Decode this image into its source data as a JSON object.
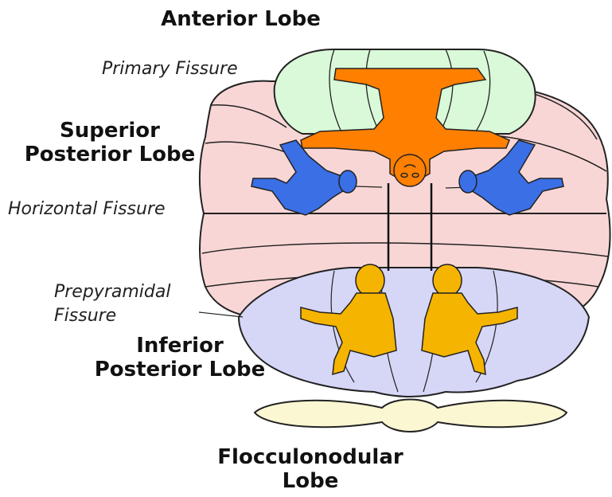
{
  "labels": {
    "anterior_lobe": "Anterior Lobe",
    "superior_posterior_lobe_line1": "Superior",
    "superior_posterior_lobe_line2": "Posterior Lobe",
    "inferior_posterior_lobe_line1": "Inferior",
    "inferior_posterior_lobe_line2": "Posterior Lobe",
    "flocculonodular_lobe_line1": "Flocculonodular",
    "flocculonodular_lobe_line2": "Lobe",
    "primary_fissure": "Primary Fissure",
    "horizontal_fissure": "Horizontal Fissure",
    "prepyramidal_fissure_line1": "Prepyramidal",
    "prepyramidal_fissure_line2": "Fissure"
  },
  "colors": {
    "anterior_lobe": "#d9f9d9",
    "posterior_lobe": "#f9d6d6",
    "inferior_lobe": "#d6d6f7",
    "flocculonodular_lobe": "#fbf7d3",
    "motor_homunculus": "#ff7f00",
    "upper_homunculi": "#3a6fe6",
    "lower_homunculi": "#f5b400",
    "outline": "#222222"
  }
}
